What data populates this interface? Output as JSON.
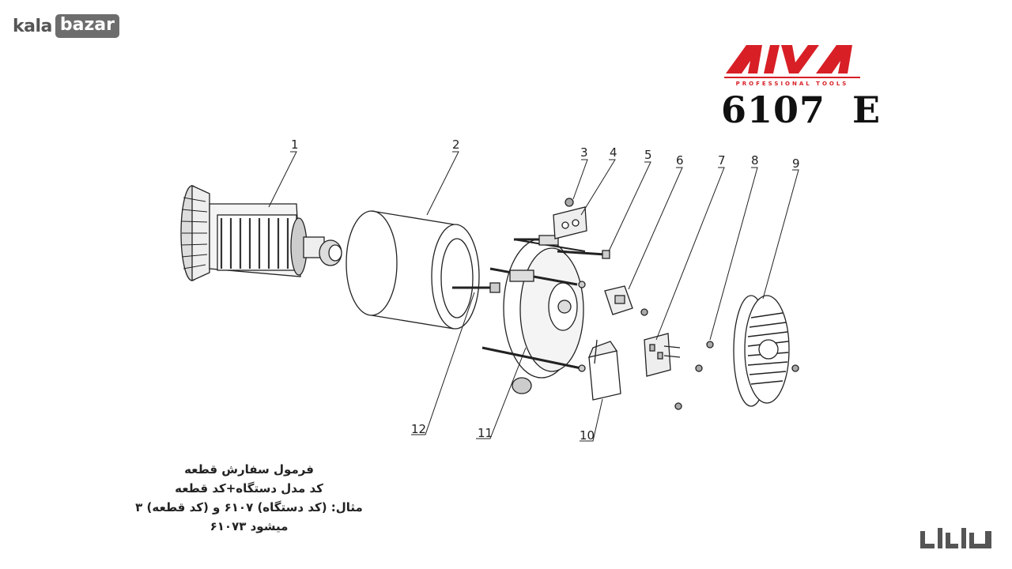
{
  "watermark": {
    "kala": "kala",
    "bazar": "bazar",
    "fa_logo": "کالابازار"
  },
  "brand": {
    "logo_text": "AIVA",
    "tagline": "PROFESSIONAL TOOLS",
    "color": "#d81f26"
  },
  "model": {
    "title": "6107  E"
  },
  "callouts": {
    "c1": "1",
    "c2": "2",
    "c3": "3",
    "c4": "4",
    "c5": "5",
    "c6": "6",
    "c7": "7",
    "c8": "8",
    "c9": "9",
    "c10": "10",
    "c11": "11",
    "c12": "12"
  },
  "order_formula": {
    "line1": "فرمول سفارش قطعه",
    "line2": "کد مدل دستگاه+کد قطعه",
    "line3": "مثال: (کد دستگاه) ۶۱۰۷ و (کد قطعه) ۳",
    "line4": "میشود ۶۱۰۷۳"
  }
}
